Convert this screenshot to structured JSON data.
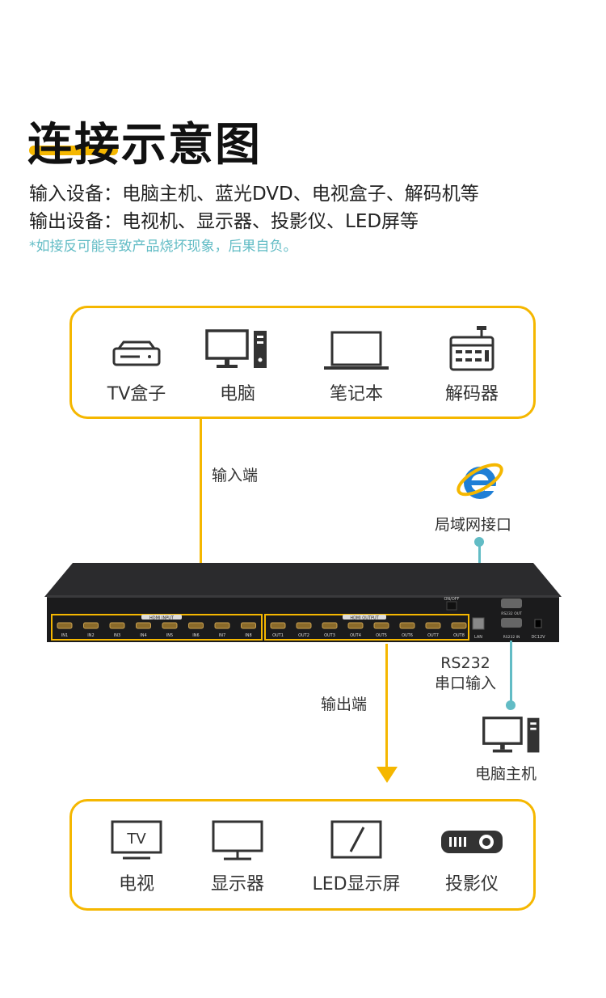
{
  "title": "连接示意图",
  "intro": {
    "input_line": "输入设备：电脑主机、蓝光DVD、电视盒子、解码机等",
    "output_line": "输出设备：电视机、显示器、投影仪、LED屏等",
    "warning": "*如接反可能导致产品烧坏现象，后果自负。"
  },
  "input_devices": [
    {
      "label": "TV盒子",
      "icon": "tv-box-icon"
    },
    {
      "label": "电脑",
      "icon": "desktop-computer-icon"
    },
    {
      "label": "笔记本",
      "icon": "laptop-icon"
    },
    {
      "label": "解码器",
      "icon": "decoder-icon"
    }
  ],
  "output_devices": [
    {
      "label": "电视",
      "icon": "tv-icon",
      "icon_text": "TV"
    },
    {
      "label": "显示器",
      "icon": "monitor-icon"
    },
    {
      "label": "LED显示屏",
      "icon": "led-screen-icon"
    },
    {
      "label": "投影仪",
      "icon": "projector-icon"
    }
  ],
  "connectors": {
    "input_end": "输入端",
    "output_end": "输出端",
    "lan": "局域网接口",
    "rs232_line1": "RS232",
    "rs232_line2": "串口输入",
    "pc_host": "电脑主机"
  },
  "device": {
    "hdmi_input": "HDMI INPUT",
    "hdmi_output": "HDMI OUTPUT",
    "inputs": [
      "IN1",
      "IN2",
      "IN3",
      "IN4",
      "IN5",
      "IN6",
      "IN7",
      "IN8"
    ],
    "outputs": [
      "OUT1",
      "OUT2",
      "OUT3",
      "OUT4",
      "OUT5",
      "OUT6",
      "OUT7",
      "OUT8"
    ],
    "on_off": "ON/OFF",
    "lan": "LAN",
    "rs232_out": "RS232 OUT",
    "rs232_in": "RS232 IN",
    "dc": "DC12V"
  },
  "colors": {
    "accent": "#f5b700",
    "teal": "#62bcc5"
  }
}
